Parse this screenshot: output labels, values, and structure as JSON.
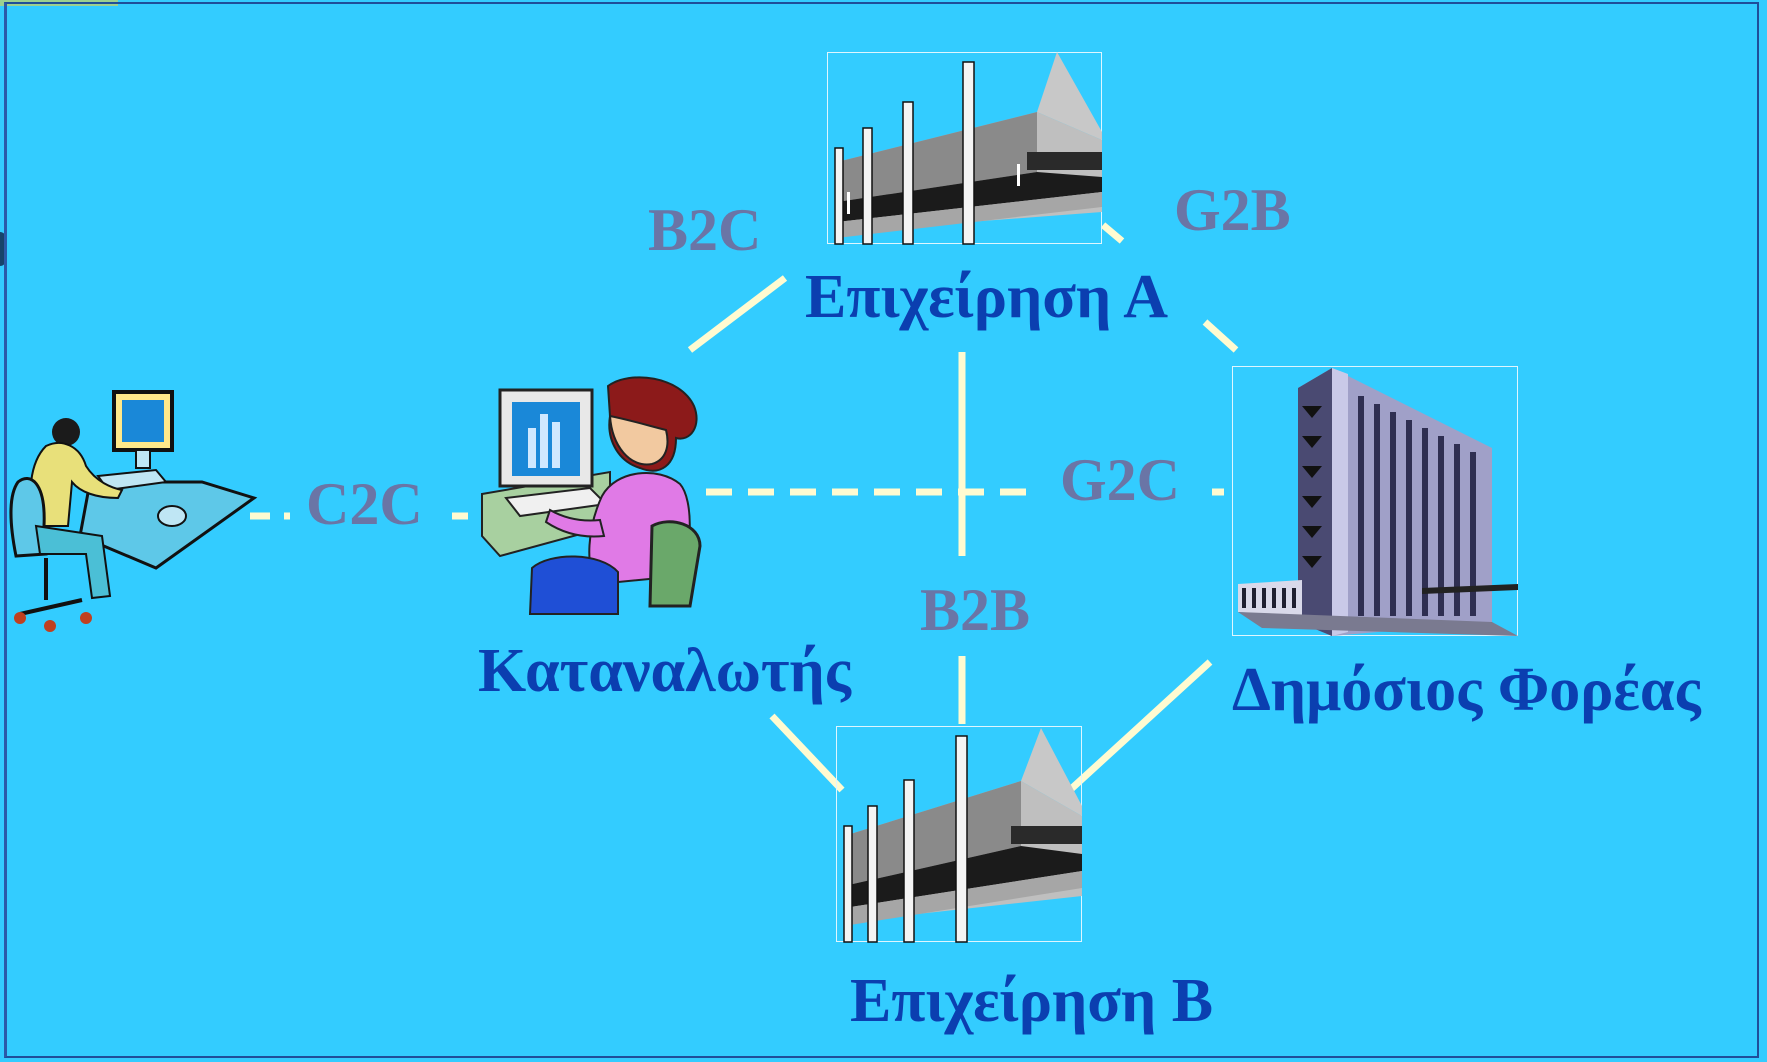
{
  "nodes": {
    "business_a": {
      "label": "Επιχείρηση Α",
      "icon": "office-building-icon"
    },
    "business_b": {
      "label": "Επιχείρηση Β",
      "icon": "office-building-icon"
    },
    "consumer": {
      "label": "Καταναλωτής",
      "icon": "woman-at-computer-icon"
    },
    "public_body": {
      "label": "Δημόσιος Φορέας",
      "icon": "government-tower-icon"
    },
    "other_consumer": {
      "label": "",
      "icon": "man-at-computer-icon"
    }
  },
  "relations": {
    "b2c": "B2C",
    "g2b": "G2B",
    "c2c": "C2C",
    "g2c": "G2C",
    "b2b": "B2B"
  },
  "colors": {
    "background": "#33ccff",
    "entity_text": "#0b3fb0",
    "relation_text": "#6a75a6",
    "connector": "#fffbd1"
  }
}
